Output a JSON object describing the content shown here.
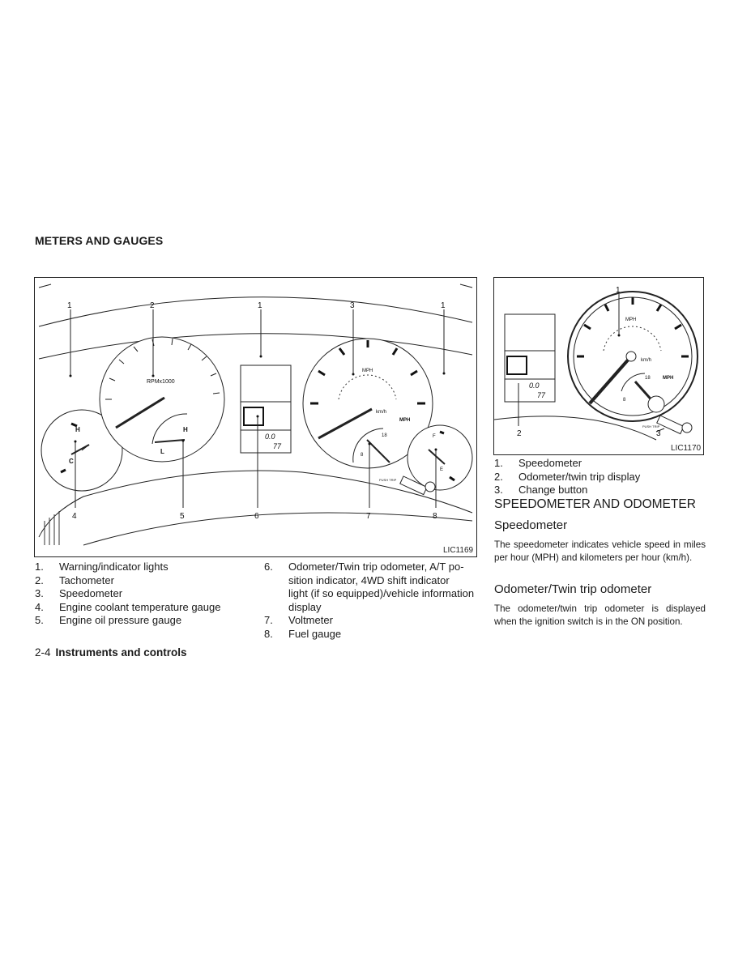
{
  "section_title": "METERS AND GAUGES",
  "figure1": {
    "code": "LIC1169",
    "callouts_top": [
      "1",
      "2",
      "1",
      "3",
      "1"
    ],
    "callouts_bottom": [
      "4",
      "5",
      "6",
      "7",
      "8"
    ],
    "dial_text": {
      "tach": "RPMx1000",
      "speed_mph": "MPH",
      "speed_kmh": "km/h",
      "speed_mph_side": "MPH",
      "temp_h": "H",
      "temp_c": "C",
      "oil_h": "H",
      "oil_l": "L",
      "volt_18": "18",
      "volt_8": "8",
      "fuel_f": "F",
      "fuel_e": "E",
      "push_trip": "PUSH TRIP",
      "odo": "0.0",
      "trip": "77"
    },
    "items": [
      {
        "num": "1.",
        "text": "Warning/indicator lights"
      },
      {
        "num": "2.",
        "text": "Tachometer"
      },
      {
        "num": "3.",
        "text": "Speedometer"
      },
      {
        "num": "4.",
        "text": "Engine coolant temperature gauge"
      },
      {
        "num": "5.",
        "text": "Engine oil pressure gauge"
      },
      {
        "num": "6.",
        "text": "Odometer/Twin trip odometer, A/T po-"
      },
      {
        "num": "",
        "text": "sition indicator, 4WD shift indicator"
      },
      {
        "num": "",
        "text": "light (if so equipped)/vehicle information"
      },
      {
        "num": "",
        "text": "display"
      },
      {
        "num": "7.",
        "text": "Voltmeter"
      },
      {
        "num": "8.",
        "text": "Fuel gauge"
      }
    ]
  },
  "figure2": {
    "code": "LIC1170",
    "callouts": [
      "1",
      "2",
      "3"
    ],
    "dial_text": {
      "mph": "MPH",
      "kmh": "km/h",
      "mph_side": "MPH",
      "v18": "18",
      "v8": "8",
      "push_trip": "PUSH TRIP",
      "odo": "0.0",
      "trip": "77"
    },
    "items": [
      {
        "num": "1.",
        "text": "Speedometer"
      },
      {
        "num": "2.",
        "text": "Odometer/twin trip display"
      },
      {
        "num": "3.",
        "text": "Change button"
      }
    ]
  },
  "heading_speedo_odo": "SPEEDOMETER AND ODOMETER",
  "heading_speedometer": "Speedometer",
  "para_speedometer": "The speedometer indicates vehicle speed in miles per hour (MPH) and kilometers per hour (km/h).",
  "heading_odometer": "Odometer/Twin trip odometer",
  "para_odometer": "The odometer/twin trip odometer is displayed when the ignition switch is in the ON position.",
  "footer": {
    "page": "2-4",
    "section": "Instruments and controls"
  }
}
